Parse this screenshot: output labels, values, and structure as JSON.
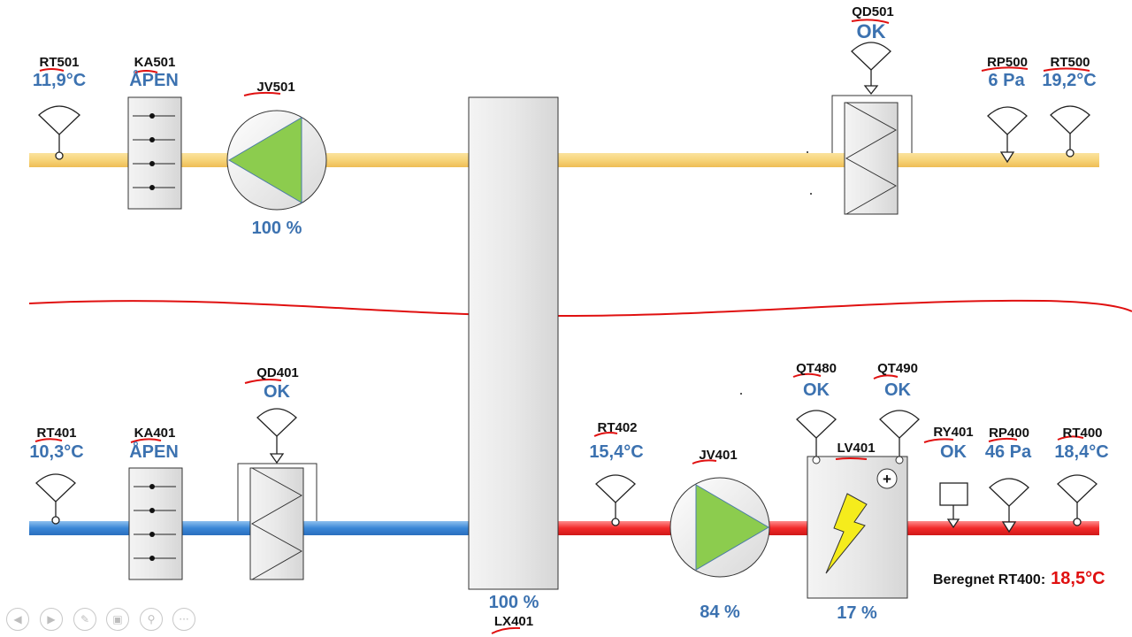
{
  "colors": {
    "supply_duct": "#f7d47a",
    "extract_duct": "#4d95d8",
    "heated_duct": "#f22a2a",
    "fan_green": "#8ccc4e",
    "value_blue": "#3c72b0",
    "annotation_red": "#e01010",
    "heater_bolt": "#f5ec1c"
  },
  "top_line": {
    "rt501": {
      "label": "RT501",
      "value": "11,9°C"
    },
    "ka501": {
      "label": "KA501",
      "value": "ÅPEN"
    },
    "jv501": {
      "label": "JV501",
      "percent": "100 %"
    },
    "qd501": {
      "label": "QD501",
      "value": "OK"
    },
    "rp500": {
      "label": "RP500",
      "value": "6 Pa"
    },
    "rt500": {
      "label": "RT500",
      "value": "19,2°C"
    }
  },
  "bottom_line": {
    "rt401": {
      "label": "RT401",
      "value": "10,3°C"
    },
    "ka401": {
      "label": "KA401",
      "value": "ÅPEN"
    },
    "qd401": {
      "label": "QD401",
      "value": "OK"
    },
    "rt402": {
      "label": "RT402",
      "value": "15,4°C"
    },
    "jv401": {
      "label": "JV401",
      "percent": "84 %"
    },
    "qt480": {
      "label": "QT480",
      "value": "OK"
    },
    "qt490": {
      "label": "QT490",
      "value": "OK"
    },
    "lv401": {
      "label": "LV401",
      "percent": "17 %",
      "plus_symbol": "+"
    },
    "ry401": {
      "label": "RY401",
      "value": "OK"
    },
    "rp400": {
      "label": "RP400",
      "value": "46 Pa"
    },
    "rt400": {
      "label": "RT400",
      "value": "18,4°C"
    }
  },
  "lx401": {
    "label": "LX401",
    "percent": "100 %"
  },
  "calculated": {
    "label": "Beregnet RT400:",
    "value": "18,5°C"
  },
  "nav_icons": [
    "back-icon",
    "forward-icon",
    "pen-icon",
    "slides-icon",
    "zoom-icon",
    "more-icon"
  ]
}
